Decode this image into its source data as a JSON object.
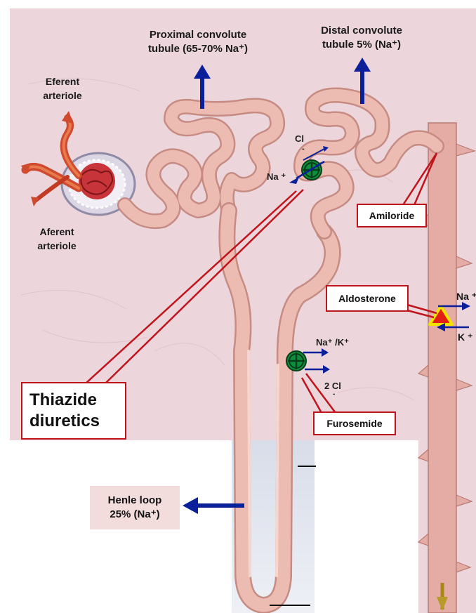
{
  "labels": {
    "proximal_line1": "Proximal convolute",
    "proximal_line2": "tubule (65-70% Na⁺)",
    "distal_line1": "Distal convolute",
    "distal_line2": "tubule 5% (Na⁺)",
    "eferent_line1": "Eferent",
    "eferent_line2": "arteriole",
    "aferent_line1": "Aferent",
    "aferent_line2": "arteriole",
    "cl_ion": "Cl",
    "cl_charge": "-",
    "na_ion": "Na ⁺",
    "nak_ions": "Na⁺ /K⁺",
    "two_cl": "2 Cl",
    "two_cl_charge": "-",
    "na_right": "Na ⁺",
    "k_right": "K ⁺"
  },
  "boxes": {
    "amiloride": "Amiloride",
    "aldosterone": "Aldosterone",
    "furosemide": "Furosemide",
    "thiazide_line1": "Thiazide",
    "thiazide_line2": "diuretics",
    "henle_line1": "Henle loop",
    "henle_line2": "25% (Na⁺)"
  },
  "colors": {
    "background_tissue": "#ecd6dc",
    "tubule": "#e7b1a8",
    "callout_red": "#c0141c",
    "arrow_blue": "#0b1f9a",
    "transporter_green": "#0f8f3c",
    "aldosterone_triangle": "#e41e12",
    "triangle_outline": "#f3e400"
  }
}
